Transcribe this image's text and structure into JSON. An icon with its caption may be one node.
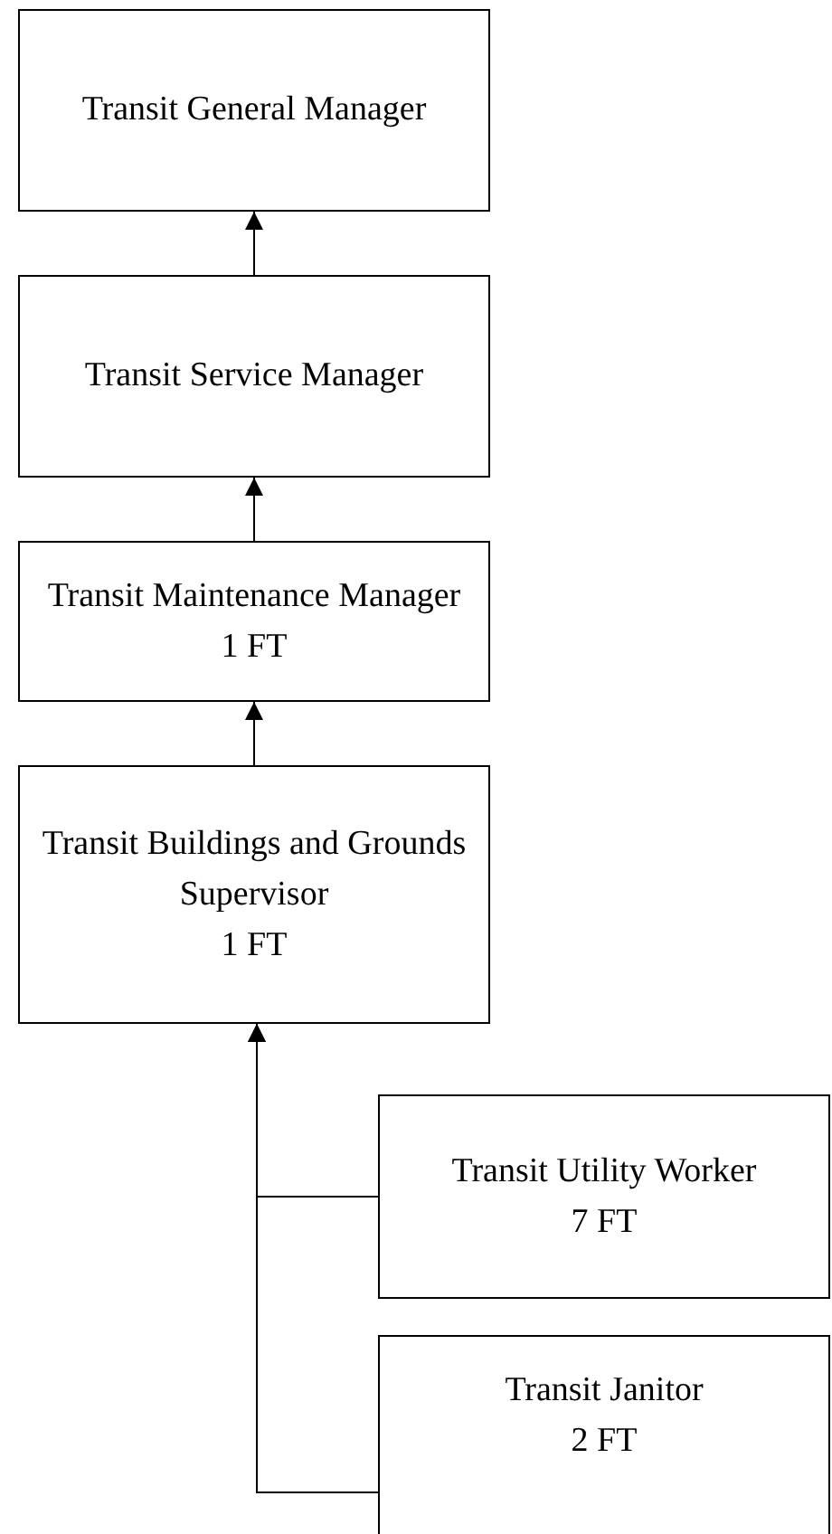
{
  "diagram": {
    "nodes": [
      {
        "text": [
          "Transit General Manager"
        ]
      },
      {
        "text": [
          "Transit Service Manager"
        ]
      },
      {
        "text": [
          "Transit Maintenance Manager",
          "1 FT"
        ]
      },
      {
        "text": [
          "Transit Buildings and Grounds Supervisor",
          "1 FT"
        ]
      },
      {
        "text": [
          "Transit Utility Worker",
          "7 FT"
        ]
      },
      {
        "text": [
          "Transit Janitor",
          "2 FT"
        ]
      }
    ],
    "edges": [
      {
        "from": 1,
        "to": 0,
        "arrow": "to"
      },
      {
        "from": 2,
        "to": 1,
        "arrow": "to"
      },
      {
        "from": 3,
        "to": 2,
        "arrow": "to"
      },
      {
        "from": 4,
        "to": 3,
        "arrow": "to"
      },
      {
        "from": 5,
        "to": 3,
        "arrow": "to"
      }
    ]
  }
}
